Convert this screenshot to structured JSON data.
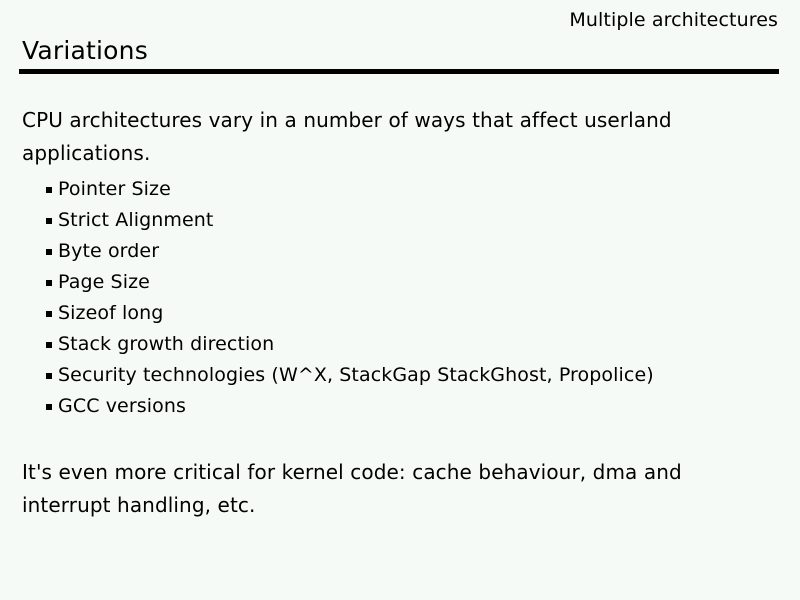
{
  "slide": {
    "running_header": "Multiple architectures",
    "title": "Variations",
    "intro_paragraph": "CPU architectures vary in a number of ways that affect userland applications.",
    "bullets": [
      {
        "label": "Pointer Size"
      },
      {
        "label": "Strict Alignment"
      },
      {
        "label": "Byte order"
      },
      {
        "label": "Page Size"
      },
      {
        "label": "Sizeof long"
      },
      {
        "label": "Stack growth direction"
      },
      {
        "label": "Security technologies (W^X, StackGap StackGhost, Propolice)"
      },
      {
        "label": "GCC versions"
      }
    ],
    "closing_paragraph": "It's even more critical for kernel code: cache behaviour, dma and interrupt handling, etc.",
    "colors": {
      "background": "#f5faf7",
      "text": "#000000",
      "rule": "#000000"
    }
  }
}
